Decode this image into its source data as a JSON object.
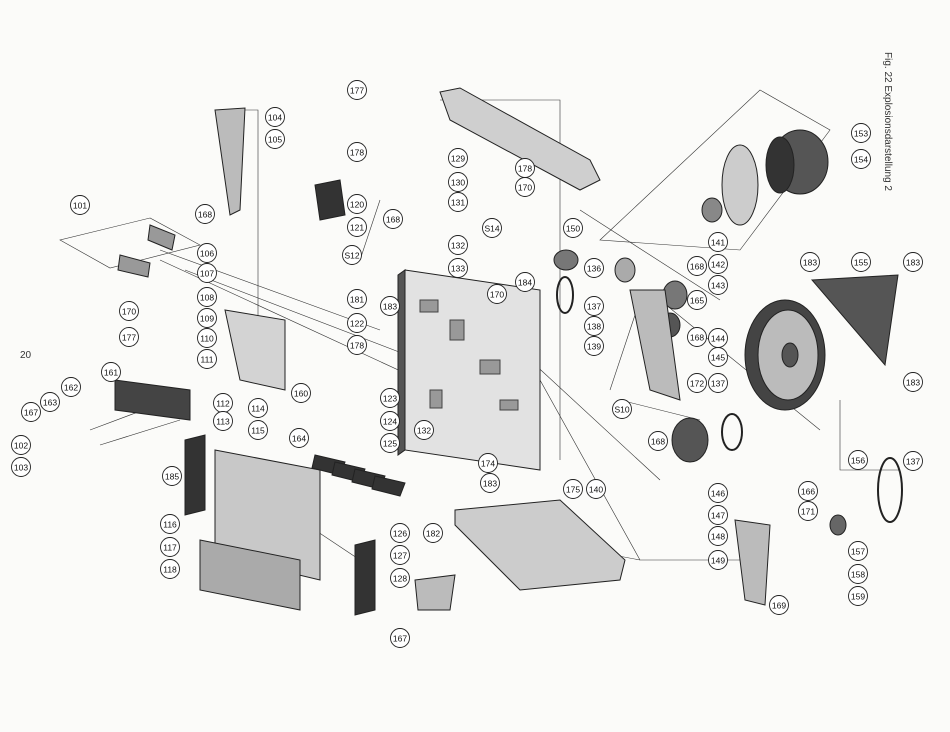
{
  "figure": {
    "title": "Fig. 22  Explosionsdarstellung 2",
    "page_number": "20"
  },
  "labels": [
    "101",
    "102",
    "103",
    "104",
    "105",
    "106",
    "107",
    "108",
    "109",
    "110",
    "111",
    "112",
    "113",
    "114",
    "115",
    "116",
    "117",
    "118",
    "120",
    "121",
    "122",
    "123",
    "124",
    "125",
    "126",
    "127",
    "128",
    "129",
    "130",
    "131",
    "132",
    "133",
    "136",
    "137",
    "138",
    "139",
    "140",
    "141",
    "142",
    "143",
    "144",
    "145",
    "146",
    "147",
    "148",
    "149",
    "150",
    "153",
    "154",
    "155",
    "156",
    "157",
    "158",
    "159",
    "160",
    "161",
    "162",
    "163",
    "164",
    "165",
    "166",
    "167",
    "168",
    "169",
    "170",
    "171",
    "172",
    "174",
    "175",
    "177",
    "178",
    "181",
    "182",
    "183",
    "184",
    "185",
    "S10",
    "S12",
    "S14"
  ]
}
